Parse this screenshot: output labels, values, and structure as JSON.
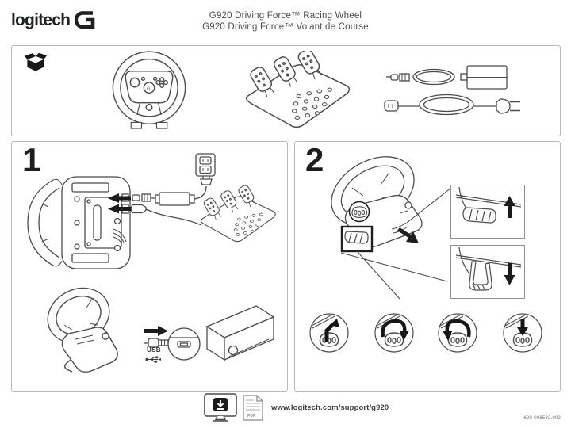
{
  "header": {
    "logo_text": "logitech",
    "title_line1": "G920 Driving Force™ Racing Wheel",
    "title_line2": "G920 Driving Force™ Volant de Course"
  },
  "contents_panel": {
    "icon": "open-box-icon",
    "items": [
      "racing-wheel",
      "pedal-unit",
      "power-adapter-with-cable",
      "power-cord-with-plug"
    ]
  },
  "step1": {
    "number": "1",
    "usb_label": "USB",
    "illustrations": [
      "wheel-base-bottom-cable-connections",
      "wall-outlet",
      "power-adapter",
      "pedal-unit",
      "wheel-to-console-usb-connection",
      "usb-port-magnifier",
      "game-console"
    ]
  },
  "step2": {
    "number": "2",
    "illustrations": [
      "wheel-clamped-to-table",
      "clamp-lever-up-inset",
      "clamp-lever-down-inset",
      "knob-pull",
      "knob-turn-clockwise",
      "knob-turn-counterclockwise",
      "knob-push"
    ]
  },
  "footer": {
    "download_icon": "monitor-download-icon",
    "pdf_label": "PDF",
    "support_url": "www.logitech.com/support/g920",
    "doc_number": "620-006532.002"
  },
  "colors": {
    "line_art": "#4a4b4d",
    "bold_black": "#1b1b1b",
    "panel_border": "#b7b9bb",
    "title_text": "#4b4c4e"
  }
}
